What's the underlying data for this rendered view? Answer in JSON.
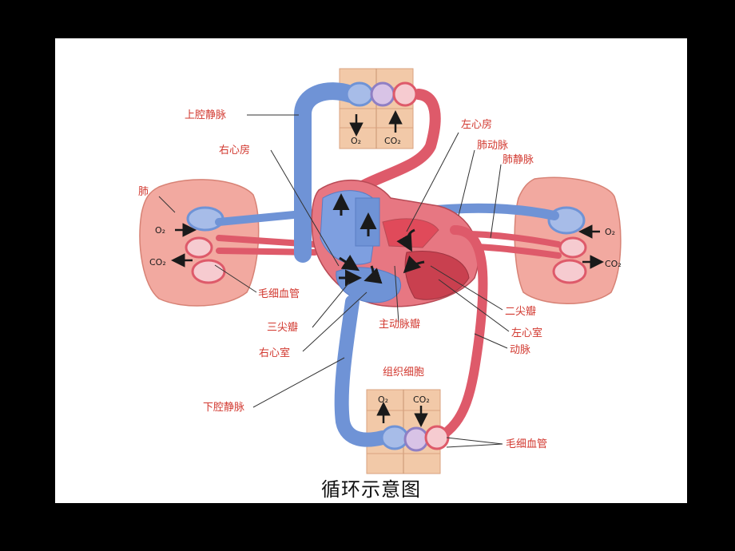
{
  "caption": "循环示意图",
  "labels": {
    "svc": "上腔静脉",
    "ra": "右心房",
    "lung": "肺",
    "lung_cap": "毛细血管",
    "tricuspid": "三尖瓣",
    "rv": "右心室",
    "ivc": "下腔静脉",
    "la": "左心房",
    "pa": "肺动脉",
    "pv": "肺静脉",
    "mitral": "二尖瓣",
    "lv": "左心室",
    "artery": "动脉",
    "aortic_valve": "主动脉瓣",
    "tissue": "组织细胞",
    "body_cap": "毛细血管"
  },
  "gases": {
    "top_o2": "O₂",
    "top_co2": "CO₂",
    "left_o2": "O₂",
    "left_co2": "CO₂",
    "right_o2": "O₂",
    "right_co2": "CO₂",
    "bottom_o2": "O₂",
    "bottom_co2": "CO₂"
  },
  "colors": {
    "venous_blue": "#6f93d6",
    "arterial_red": "#de5a6a",
    "lung_pink": "#f2a9a0",
    "tissue_tan": "#f2c9a8",
    "label_red": "#d2382f"
  }
}
